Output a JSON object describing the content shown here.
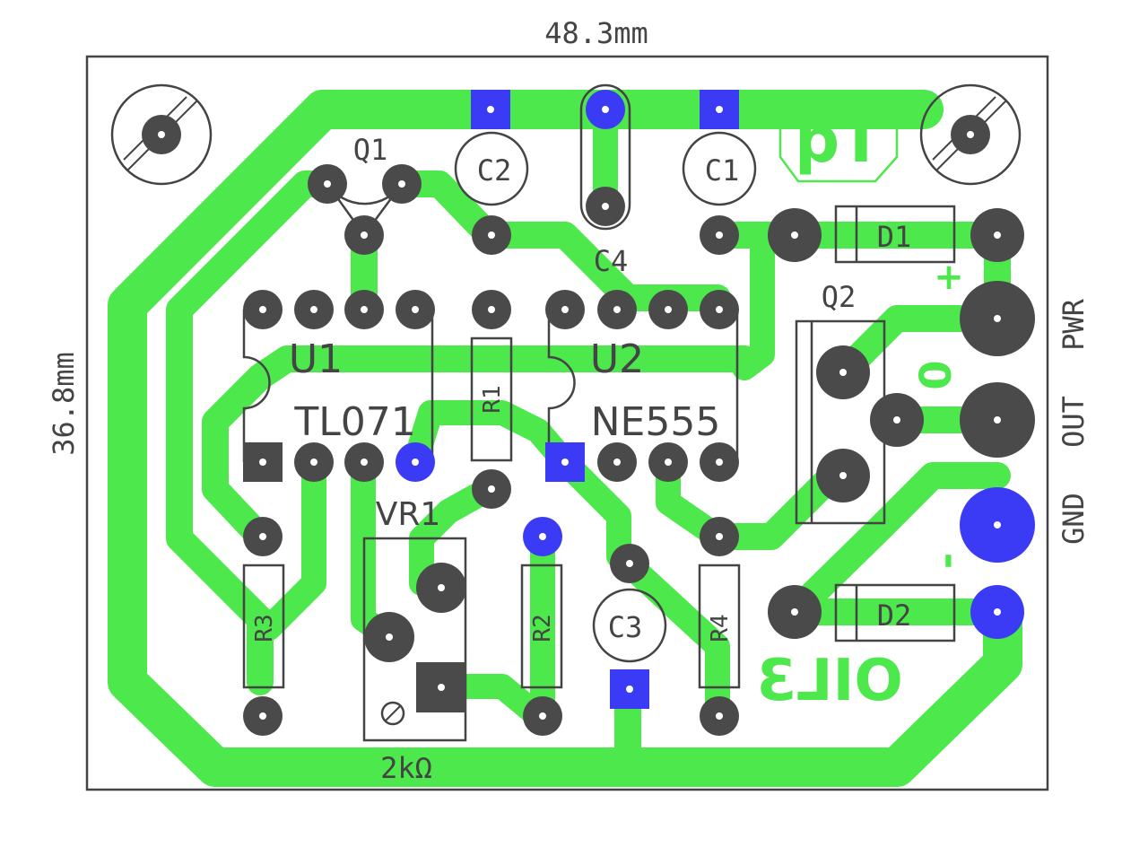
{
  "dimensions": {
    "width_label": "48.3mm",
    "height_label": "36.8mm"
  },
  "components": {
    "q1": "Q1",
    "q2": "Q2",
    "c1": "C1",
    "c2": "C2",
    "c3": "C3",
    "c4": "C4",
    "d1": "D1",
    "d2": "D2",
    "u1": "U1",
    "u1_part": "TL071",
    "u2": "U2",
    "u2_part": "NE555",
    "r1": "R1",
    "r2": "R2",
    "r3": "R3",
    "r4": "R4",
    "vr1": "VR1",
    "vr1_value": "2kΩ"
  },
  "connectors": {
    "plus": "+",
    "minus": "-",
    "zero": "0",
    "pwr": "PWR",
    "out": "OUT",
    "gnd": "GND"
  },
  "board_text": {
    "logo": "Tq",
    "mirrored_label": "OIL3"
  },
  "colors": {
    "copper": "#4ce84c",
    "pad": "#4a4a4a",
    "via": "#3b3bf5",
    "outline": "#444444"
  }
}
